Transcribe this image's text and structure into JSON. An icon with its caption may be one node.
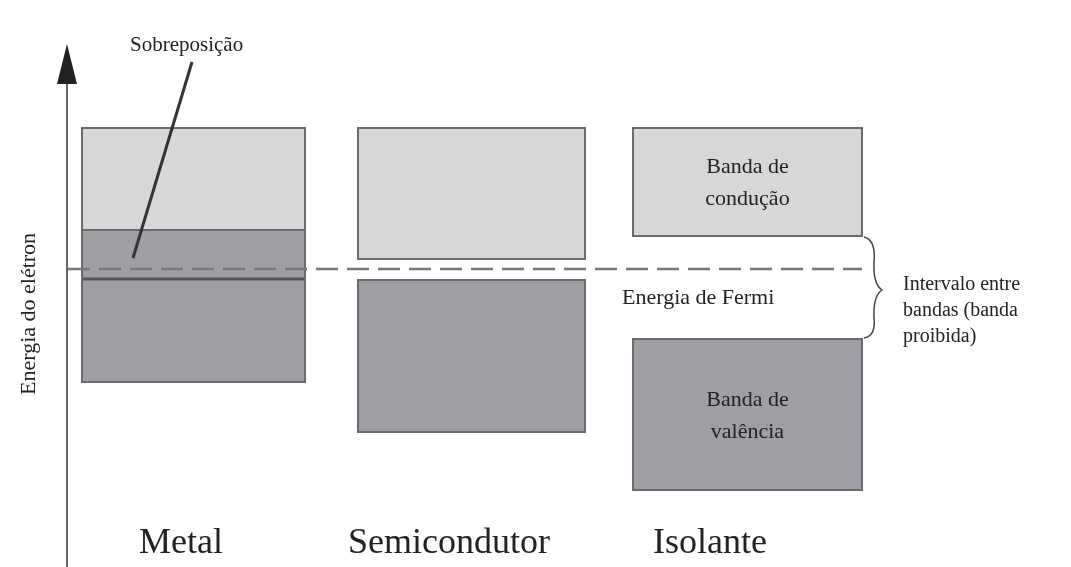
{
  "diagram": {
    "nodes": [
      {
        "text": [
          "Sobreposição"
        ]
      },
      {
        "text": [],
        "shape": "box"
      },
      {
        "text": [],
        "shape": "box"
      },
      {
        "text": [],
        "shape": "box"
      },
      {
        "text": [],
        "shape": "box"
      },
      {
        "text": [
          "Banda de condução"
        ]
      },
      {
        "text": [
          "Banda de valência"
        ]
      }
    ],
    "edges": [
      {
        "from": 0,
        "to": 2,
        "arrow": "none"
      }
    ],
    "labels": [
      "Energia do elétron",
      "Energia de Fermi",
      "Intervalo entre bandas (banda proibida)",
      "Metal",
      "Semicondutor",
      "Isolante"
    ]
  }
}
